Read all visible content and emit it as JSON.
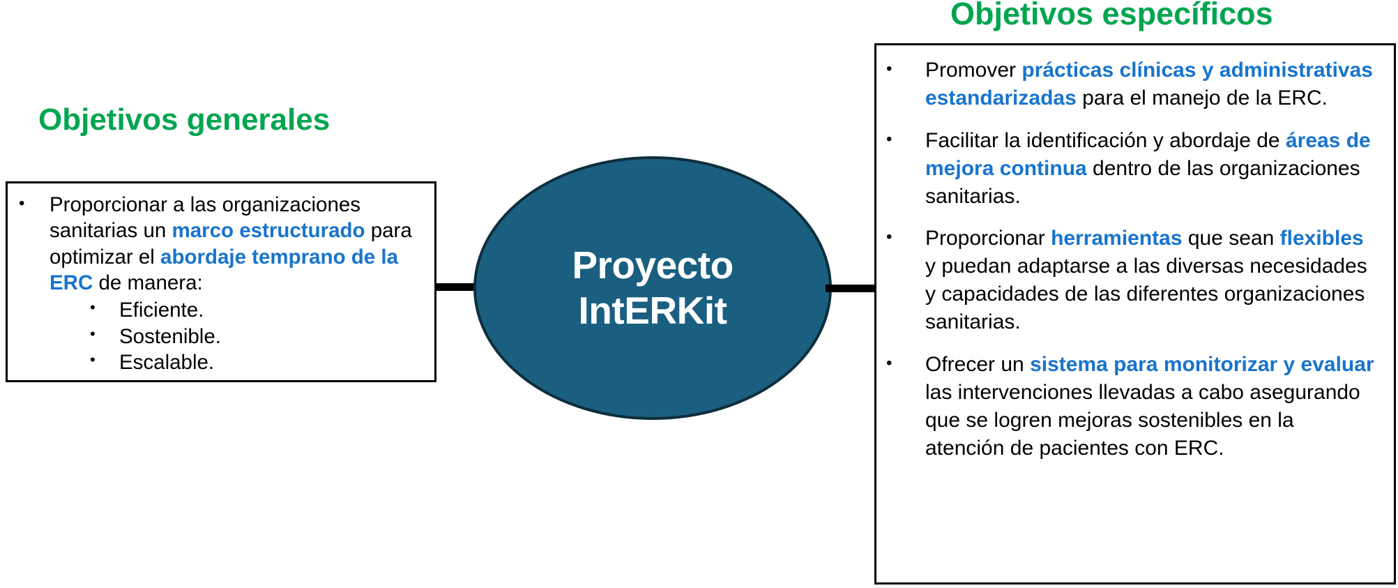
{
  "colors": {
    "heading_green": "#00A550",
    "highlight_blue": "#1874CD",
    "ellipse_fill": "#1A5F80",
    "ellipse_stroke": "#0D2E3C",
    "box_border": "#000000",
    "body_text": "#000000",
    "ellipse_text": "#FFFFFF"
  },
  "left": {
    "heading": "Objetivos generales",
    "bullet_glyph": "•",
    "items": [
      {
        "parts": [
          {
            "text": "Proporcionar a las organizaciones sanitarias un ",
            "bold": false
          },
          {
            "text": "marco estructurado",
            "bold": true
          },
          {
            "text": " para optimizar el ",
            "bold": false
          },
          {
            "text": "abordaje temprano de la ERC",
            "bold": true
          },
          {
            "text": " de manera:",
            "bold": false
          }
        ],
        "subitems": [
          "Eficiente.",
          "Sostenible.",
          "Escalable."
        ]
      }
    ]
  },
  "center": {
    "line1": "Proyecto",
    "line2": "IntERKit"
  },
  "right": {
    "heading": "Objetivos específicos",
    "bullet_glyph": "•",
    "items": [
      {
        "parts": [
          {
            "text": "Promover ",
            "bold": false
          },
          {
            "text": "prácticas clínicas y administrativas estandarizadas",
            "bold": true
          },
          {
            "text": " para el manejo de la ERC.",
            "bold": false
          }
        ]
      },
      {
        "parts": [
          {
            "text": "Facilitar la identificación y abordaje de ",
            "bold": false
          },
          {
            "text": "áreas de mejora continua",
            "bold": true
          },
          {
            "text": " dentro de las organizaciones sanitarias.",
            "bold": false
          }
        ]
      },
      {
        "parts": [
          {
            "text": "Proporcionar ",
            "bold": false
          },
          {
            "text": "herramientas",
            "bold": true
          },
          {
            "text": " que sean ",
            "bold": false
          },
          {
            "text": "flexibles",
            "bold": true
          },
          {
            "text": " y puedan adaptarse a las diversas necesidades y capacidades de las diferentes organizaciones sanitarias.",
            "bold": false
          }
        ]
      },
      {
        "parts": [
          {
            "text": "Ofrecer un ",
            "bold": false
          },
          {
            "text": "sistema para monitorizar y evaluar",
            "bold": true
          },
          {
            "text": " las intervenciones llevadas a cabo asegurando que se logren mejoras sostenibles en la atención de pacientes con ERC.",
            "bold": false
          }
        ]
      }
    ]
  }
}
